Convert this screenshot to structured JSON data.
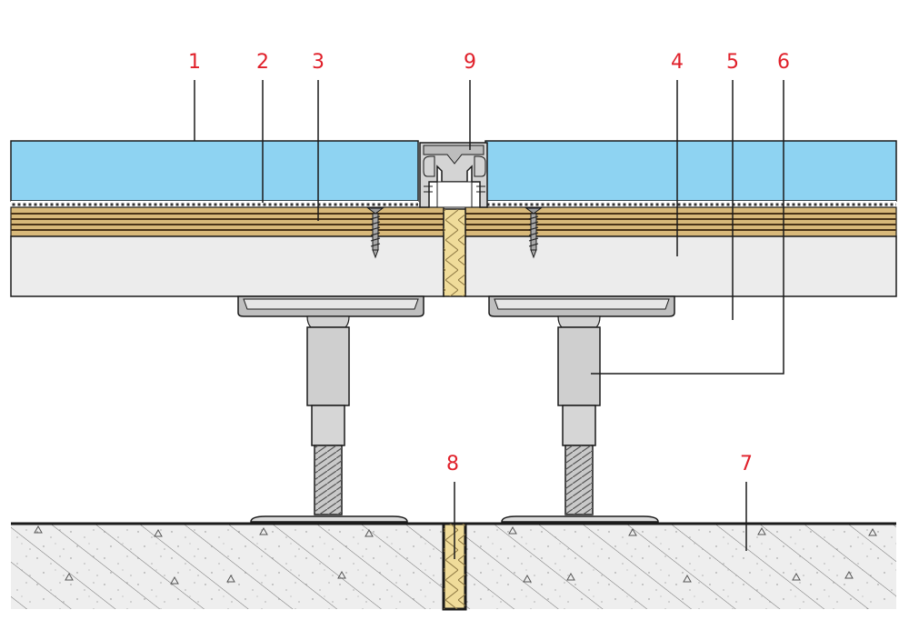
{
  "colors": {
    "callout": "#e0202a",
    "leader": "#1a1a1a",
    "floor_covering": "#8ed3f2",
    "membrane_dots": "#333333",
    "wood_panel": "#d8b97a",
    "wood_dark": "#4a3418",
    "panel_core": "#ececec",
    "insulation_strip": "#f0dc9a",
    "support_metal": "#cfcfcf",
    "base_plate": "#dcdcdc",
    "concrete": "#eeeeee",
    "outline": "#1a1a1a"
  },
  "callouts": [
    {
      "key": "c1",
      "label": "1"
    },
    {
      "key": "c2",
      "label": "2"
    },
    {
      "key": "c3",
      "label": "3"
    },
    {
      "key": "c9",
      "label": "9"
    },
    {
      "key": "c4",
      "label": "4"
    },
    {
      "key": "c5",
      "label": "5"
    },
    {
      "key": "c6",
      "label": "6"
    },
    {
      "key": "c8",
      "label": "8"
    },
    {
      "key": "c7",
      "label": "7"
    }
  ]
}
